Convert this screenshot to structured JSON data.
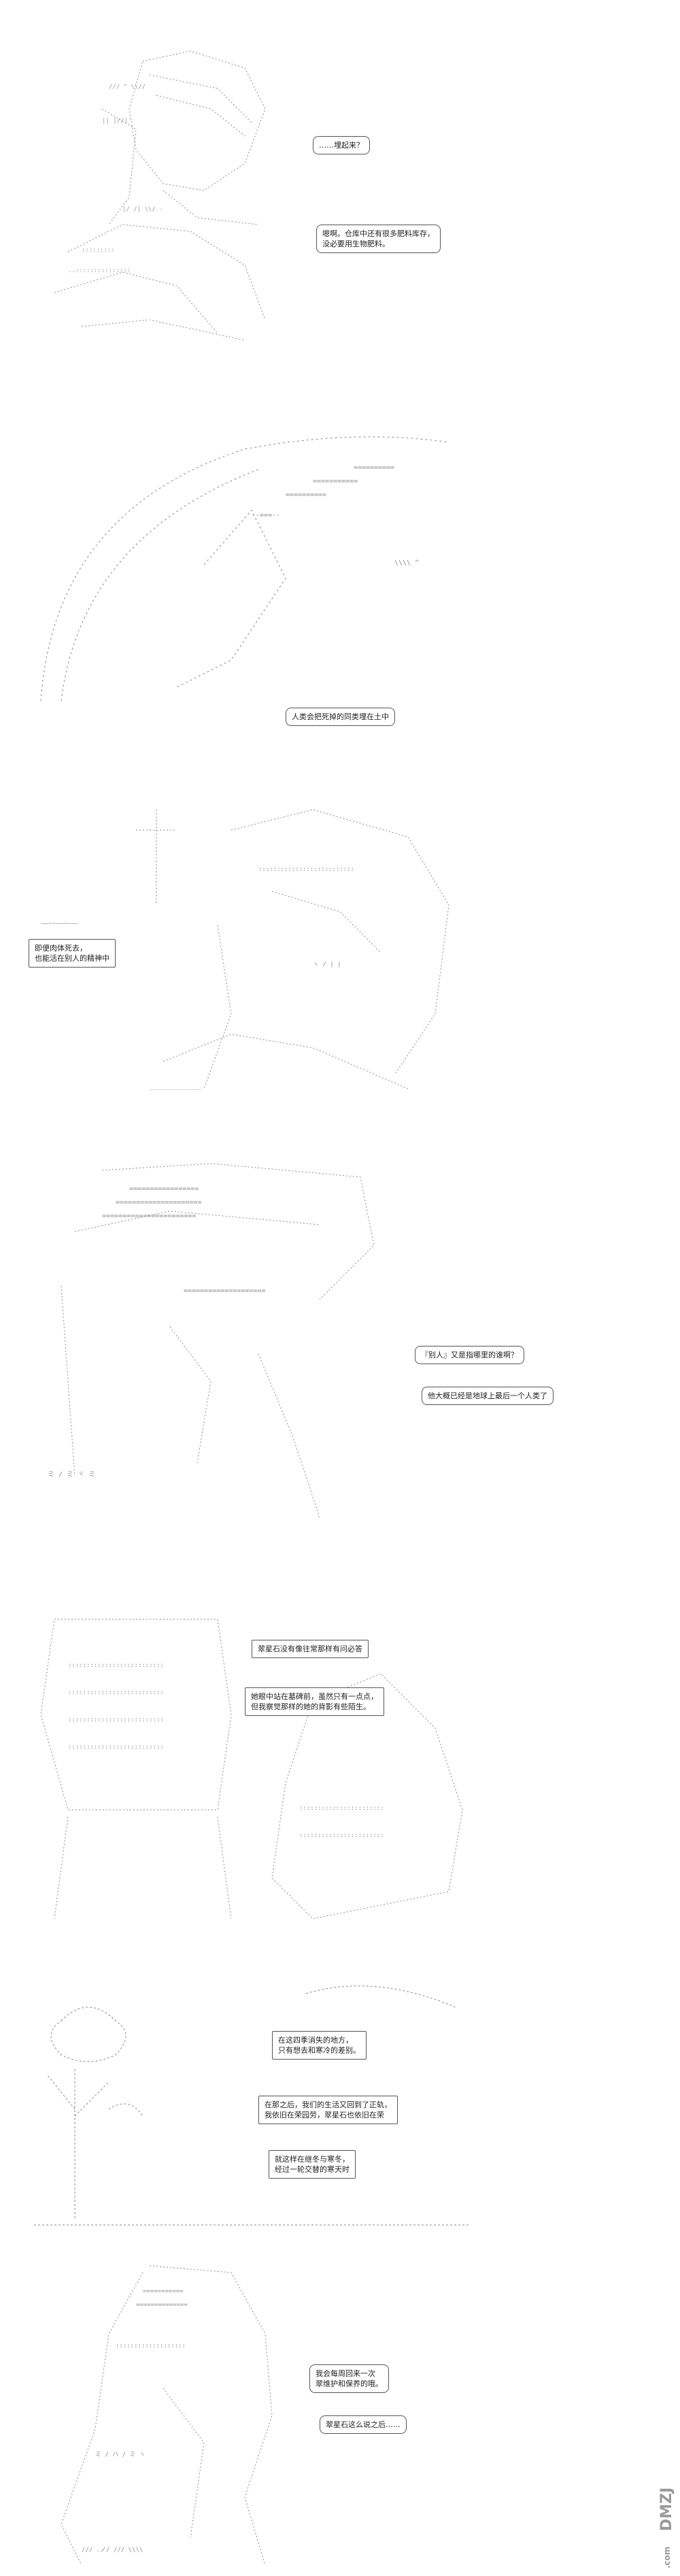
{
  "panels": [
    {
      "bubbles": [
        {
          "lines": [
            "……埋起来？"
          ]
        },
        {
          "lines": [
            "嗯啊。仓库中还有很多肥料库存，",
            "没必要用生物肥料。"
          ]
        }
      ]
    },
    {
      "bubbles": [
        {
          "lines": [
            "人类会把死掉的同类埋在土中"
          ]
        }
      ]
    },
    {
      "bubbles": [
        {
          "lines": [
            "即便肉体死去，",
            "也能活在别人的精神中"
          ]
        }
      ]
    },
    {
      "bubbles": [
        {
          "lines": [
            "『别人』又是指哪里的谁啊？"
          ]
        },
        {
          "lines": [
            "他大概已经是地球上最后一个人类了"
          ]
        }
      ]
    },
    {
      "bubbles": [
        {
          "lines": [
            "翠星石没有像往常那样有问必答"
          ]
        },
        {
          "lines": [
            "她眼中站在墓碑前，虽然只有一点点，",
            "但我察觉那样的她的背影有些陌生。"
          ]
        }
      ]
    },
    {
      "bubbles": [
        {
          "lines": [
            "在这四季消失的地方，",
            "只有想去和寒冷的差别。"
          ]
        },
        {
          "lines": [
            "在那之后，我们的生活又回到了正轨，",
            "我依旧在荣园劳，翠星石也依旧在荣"
          ]
        },
        {
          "lines": [
            "就这样在继冬与寒冬，",
            "经过一轮交替的寒天时"
          ]
        }
      ]
    },
    {
      "bubbles": [
        {
          "lines": [
            "我会每周回来一次",
            "翠维护和保养的哦。"
          ]
        },
        {
          "lines": [
            "翠星石这么说之后……"
          ]
        }
      ]
    }
  ],
  "watermark": {
    "text": "DMZJ",
    "suffix": ".com"
  }
}
